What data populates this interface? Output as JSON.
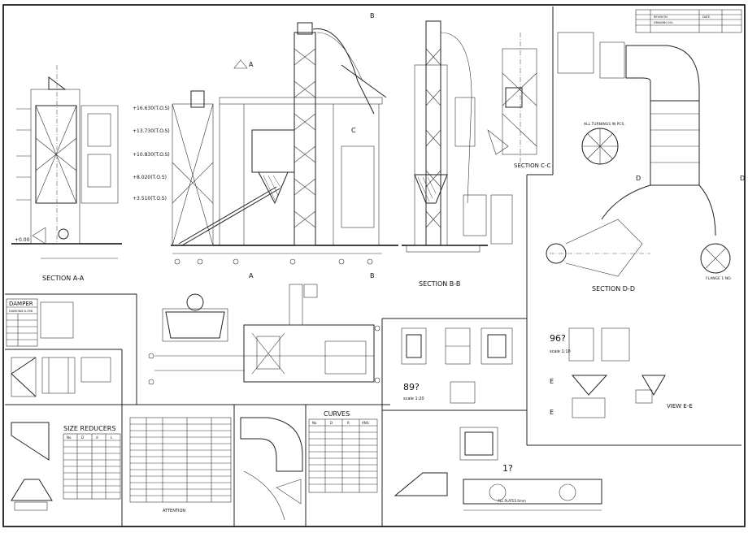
{
  "sections": {
    "aa": "SECTION A-A",
    "bb": "SECTION B-B",
    "cc": "SECTION C-C",
    "dd": "SECTION D-D",
    "ee": "VIEW E-E"
  },
  "section_marks": {
    "a": "A",
    "b": "B",
    "c": "C",
    "d": "D",
    "e": "E"
  },
  "elevations": [
    "+16.630(T.O.S)",
    "+13.730(T.O.S)",
    "+10.830(T.O.S)",
    "+8.020(T.O.S)",
    "+3.510(T.O.S)"
  ],
  "ground_level": "+0.00",
  "damper": {
    "title": "DAMPER",
    "subtitle": "DIAMOND D-396"
  },
  "reducers": {
    "title": "SIZE REDUCERS",
    "headers": [
      "No",
      "D",
      "d",
      "L"
    ]
  },
  "curves": {
    "title": "CURVES",
    "headers": [
      "No",
      "D",
      "R",
      "ANG"
    ]
  },
  "details": {
    "d89": "89?",
    "scale89": "scale 1:20",
    "d96": "96?",
    "scale96": "scale 1:10",
    "d1": "1?",
    "plates": "ALL PLATES 6mm"
  },
  "notes": {
    "attention": "ATTENTION",
    "turnings": "ALL TURNINGS IN PCS.",
    "flange": "FLANGE 1 NO."
  },
  "title_block": {
    "rev": "REVISION",
    "date": "DATE",
    "draw": "DRAWING NO."
  }
}
